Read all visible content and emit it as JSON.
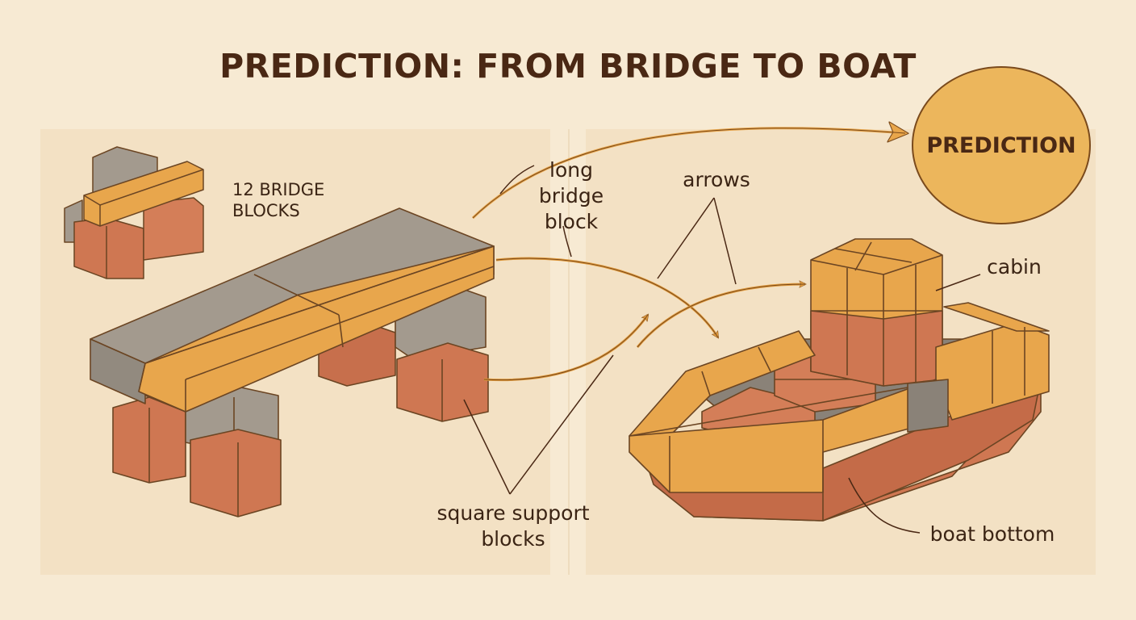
{
  "title": "PREDICTION: FROM BRIDGE TO BOAT",
  "labels": {
    "count": "12 BRIDGE\nBLOCKS",
    "long_block": "long\nbridge\nblock",
    "arrows": "arrows",
    "cabin": "cabin",
    "square_support": "square support\nblocks",
    "boat_bottom": "boat bottom",
    "prediction": "PREDICTION"
  },
  "colors": {
    "orange": "#e8a64c",
    "gray": "#a39a8e",
    "brick": "#cf7752",
    "ink": "#4a2814",
    "panel": "#f3e1c4"
  }
}
